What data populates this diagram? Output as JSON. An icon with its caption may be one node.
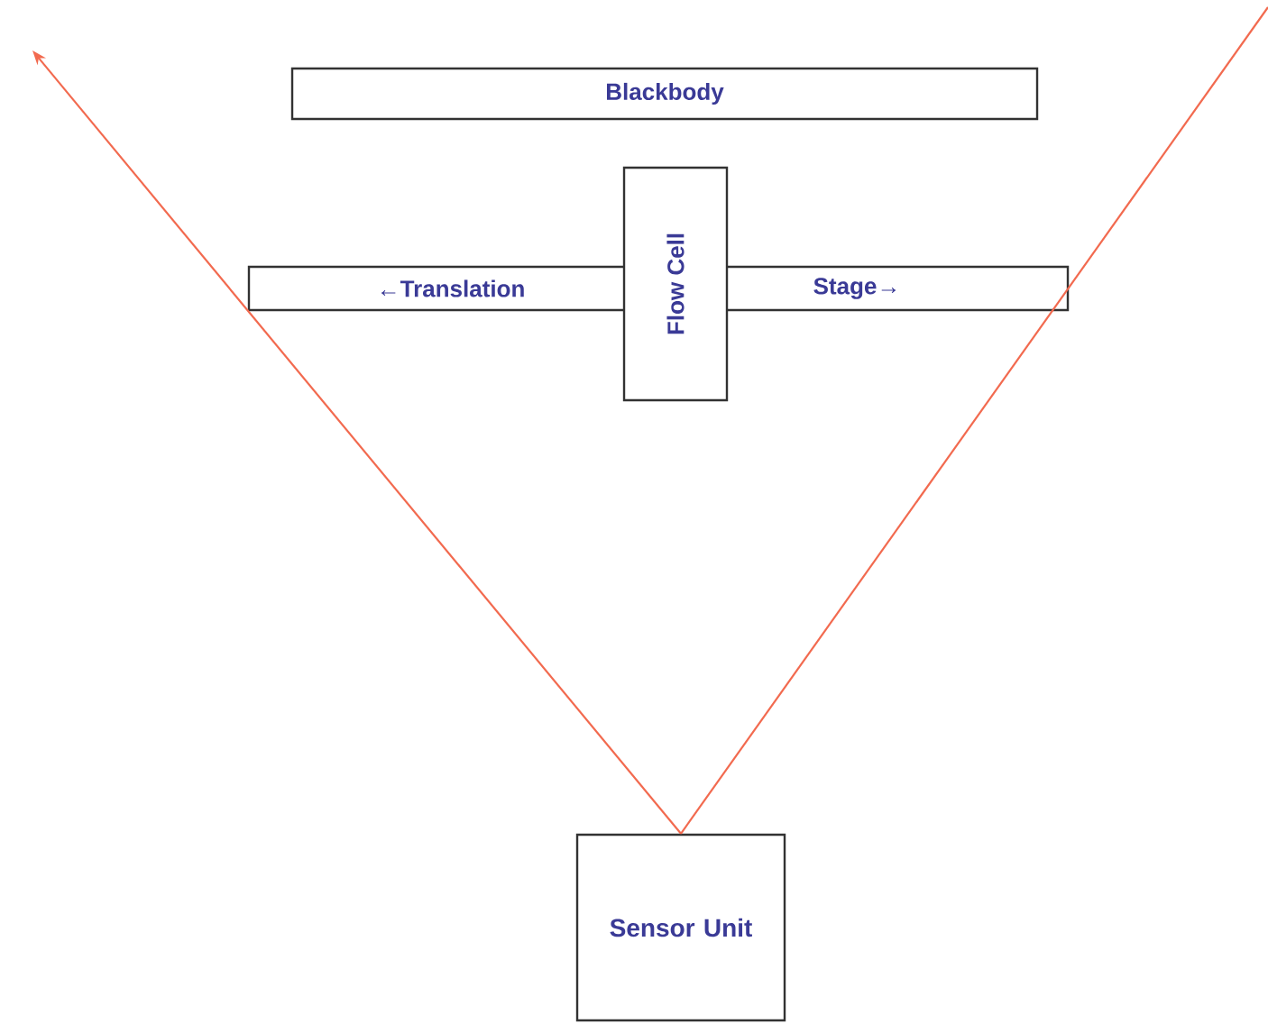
{
  "diagram": {
    "nodes": [
      {
        "text": [
          "Blackbody"
        ]
      },
      {
        "text": [
          "←Translation",
          "Stage→"
        ]
      },
      {
        "text": [
          "Flow Cell"
        ]
      },
      {
        "text": [
          "Sensor Unit"
        ]
      }
    ],
    "edges": [
      {
        "from": 3,
        "to": null,
        "arrow": "to",
        "color": "#f26a4f"
      },
      {
        "from": 3,
        "to": null,
        "arrow": "none",
        "color": "#f26a4f"
      }
    ]
  }
}
